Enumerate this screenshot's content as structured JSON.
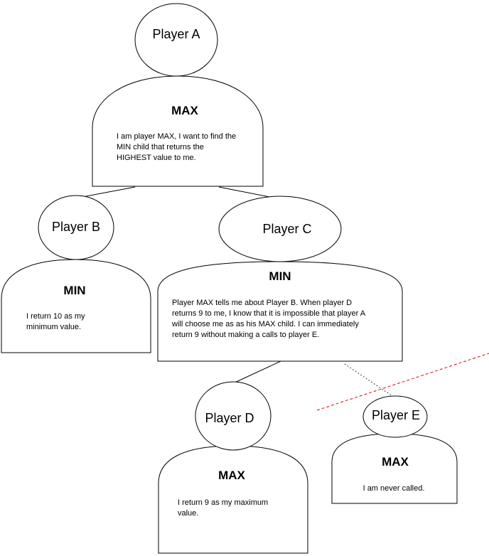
{
  "player_a": {
    "name": "Player A",
    "role": "MAX",
    "desc": [
      "I am player MAX, I want to find the",
      "MIN child that returns the",
      "HIGHEST value to me."
    ]
  },
  "player_b": {
    "name": "Player B",
    "role": "MIN",
    "desc": [
      "I return 10 as my",
      "minimum value."
    ]
  },
  "player_c": {
    "name": "Player C",
    "role": "MIN",
    "desc": [
      "Player MAX tells me about Player B.  When player D",
      "returns 9 to me, I know that it is impossible that player A",
      "will choose me as as his MAX child. I can immediately",
      "return 9 without making a calls to player E."
    ]
  },
  "player_d": {
    "name": "Player D",
    "role": "MAX",
    "desc": [
      "I return 9 as my maximum",
      "value."
    ]
  },
  "player_e": {
    "name": "Player E",
    "role": "MAX",
    "desc": [
      "I am never called."
    ]
  },
  "colors": {
    "stroke": "#000000",
    "prune_line": "#e8000b"
  }
}
